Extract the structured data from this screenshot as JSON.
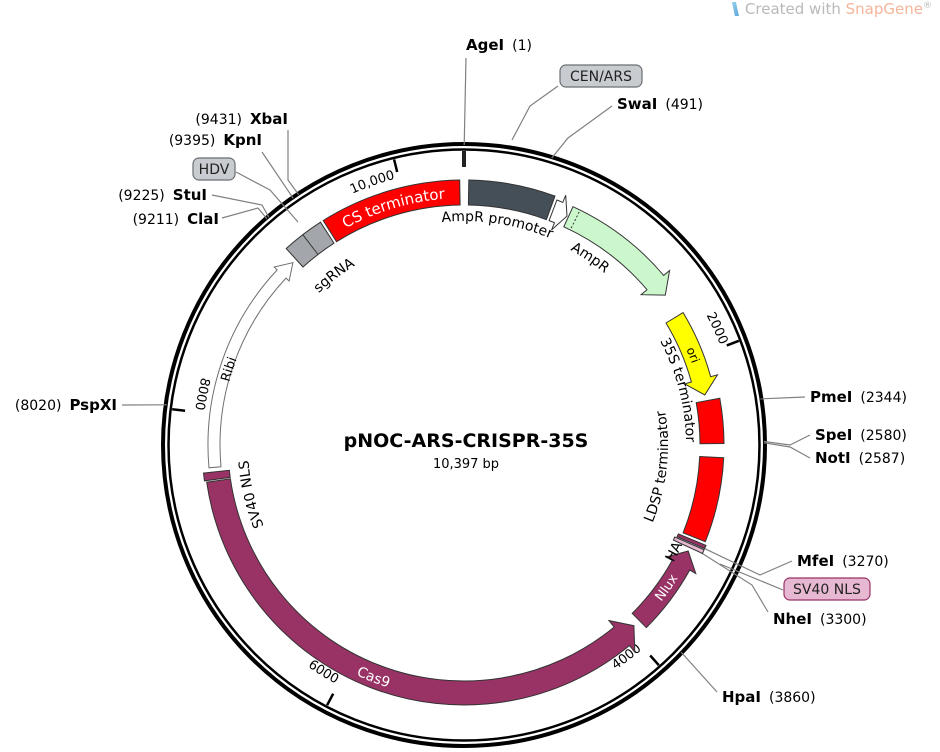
{
  "watermark": {
    "prefix": "Created with ",
    "brand": "SnapGene",
    "reg": "®"
  },
  "plasmid": {
    "name": "pNOC-ARS-CRISPR-35S",
    "size_label": "10,397 bp",
    "length_bp": 10397
  },
  "colors": {
    "ring": "#000000",
    "enzyme_line": "#808080"
  },
  "features": [
    {
      "label": "CS terminator",
      "start": 9470,
      "end": 10370,
      "direction": "none",
      "color": "#ff0000"
    },
    {
      "label": "sgRNA",
      "start": 9180,
      "end": 9450,
      "direction": "none",
      "color": "#a3a7ab"
    },
    {
      "label": "AmpR promoter",
      "start": 30,
      "end": 580,
      "direction": "none",
      "color": "#454f58"
    },
    {
      "label": "",
      "start": 600,
      "end": 700,
      "direction": "forward",
      "color": "#ffffff"
    },
    {
      "label": "AmpR",
      "start": 710,
      "end": 1540,
      "direction": "forward",
      "color": "#ccf7cc"
    },
    {
      "label": "ori",
      "start": 1700,
      "end": 2260,
      "direction": "forward",
      "color": "#ffff00"
    },
    {
      "label": "35S terminator",
      "start": 2300,
      "end": 2590,
      "direction": "none",
      "color": "#ff0000"
    },
    {
      "label": "LDSP terminator",
      "start": 2680,
      "end": 3230,
      "direction": "none",
      "color": "#ff0000"
    },
    {
      "label": "HA",
      "start": 3250,
      "end": 3272,
      "direction": "none",
      "color": "#993366"
    },
    {
      "label": "",
      "start": 3280,
      "end": 3305,
      "direction": "none",
      "color": "#e7b8d2"
    },
    {
      "label": "Nlux",
      "start": 3330,
      "end": 3900,
      "direction": "reverse",
      "color": "#993366"
    },
    {
      "label": "Cas9",
      "start": 3950,
      "end": 7560,
      "direction": "reverse",
      "color": "#993366"
    },
    {
      "label": "SV40 NLS",
      "start": 7570,
      "end": 7620,
      "direction": "none",
      "color": "#993366"
    },
    {
      "label": "Ribi",
      "start": 7650,
      "end": 9150,
      "direction": "forward",
      "color": "#ffffff"
    }
  ],
  "ticks": [
    {
      "bp": 2000,
      "label": "2000"
    },
    {
      "bp": 4000,
      "label": "4000"
    },
    {
      "bp": 6000,
      "label": "6000"
    },
    {
      "bp": 8000,
      "label": "8000"
    },
    {
      "bp": 10000,
      "label": "10,000"
    }
  ],
  "enzymes": [
    {
      "name": "AgeI",
      "position": 1,
      "position_label": "(1)"
    },
    {
      "name": "SwaI",
      "position": 491,
      "position_label": "(491)"
    },
    {
      "name": "PmeI",
      "position": 2344,
      "position_label": "(2344)"
    },
    {
      "name": "SpeI",
      "position": 2580,
      "position_label": "(2580)"
    },
    {
      "name": "NotI",
      "position": 2587,
      "position_label": "(2587)"
    },
    {
      "name": "MfeI",
      "position": 3270,
      "position_label": "(3270)"
    },
    {
      "name": "NheI",
      "position": 3300,
      "position_label": "(3300)"
    },
    {
      "name": "HpaI",
      "position": 3860,
      "position_label": "(3860)"
    },
    {
      "name": "PspXI",
      "position": 8020,
      "position_label": "(8020)"
    },
    {
      "name": "ClaI",
      "position": 9211,
      "position_label": "(9211)"
    },
    {
      "name": "StuI",
      "position": 9225,
      "position_label": "(9225)"
    },
    {
      "name": "KpnI",
      "position": 9395,
      "position_label": "(9395)"
    },
    {
      "name": "XbaI",
      "position": 9431,
      "position_label": "(9431)"
    }
  ],
  "callouts": [
    {
      "label": "CEN/ARS",
      "color": "#c8cbcf",
      "border": "#6b6f73"
    },
    {
      "label": "HDV",
      "color": "#c8cbcf",
      "border": "#6b6f73"
    },
    {
      "label": "SV40 NLS",
      "color": "#e7b8d2",
      "border": "#993366"
    }
  ]
}
